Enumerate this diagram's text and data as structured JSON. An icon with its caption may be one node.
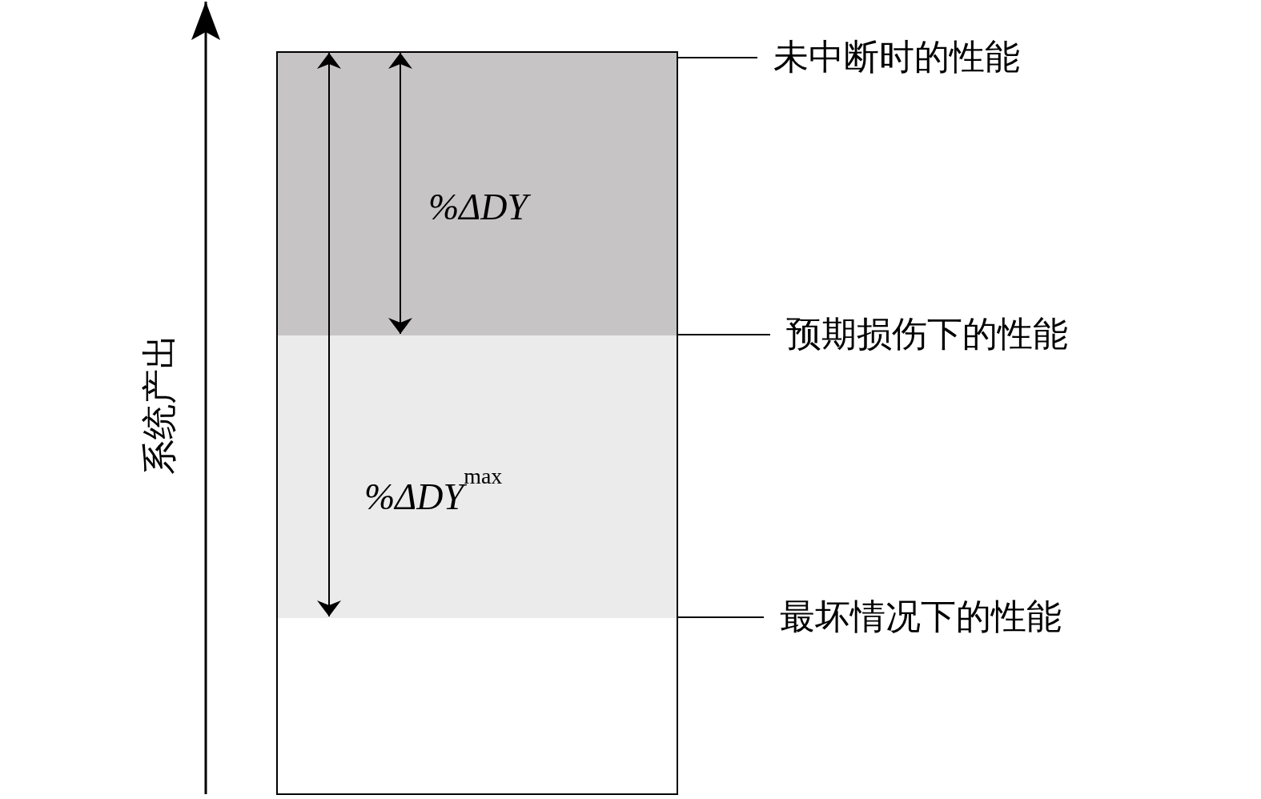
{
  "diagram": {
    "nodes": [
      {
        "text": [],
        "shape": "box"
      },
      {
        "text": [
          "未中断时的性能"
        ]
      },
      {
        "text": [
          "预期损伤下的性能"
        ]
      },
      {
        "text": [
          "最坏情况下的性能"
        ]
      }
    ],
    "edges": [
      {
        "from": 1,
        "to": 0,
        "arrow": "none"
      },
      {
        "from": 2,
        "to": 0,
        "arrow": "none"
      },
      {
        "from": 3,
        "to": 0,
        "arrow": "none"
      }
    ],
    "labels": [
      "%ΔDY",
      "%ΔDY$^{max}$",
      "系统产出"
    ]
  }
}
